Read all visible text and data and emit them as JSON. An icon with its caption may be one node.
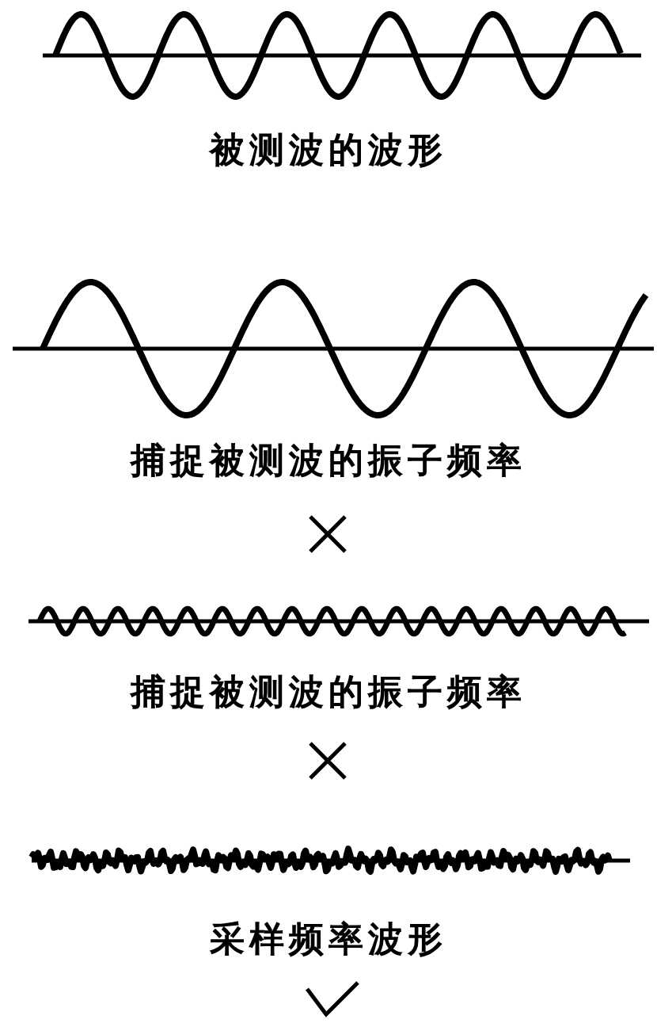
{
  "diagram": {
    "labels": [
      "被测波的波形",
      "捕捉被测波的振子频率",
      "捕捉被测波的振子频率",
      "采样频率波形"
    ]
  }
}
